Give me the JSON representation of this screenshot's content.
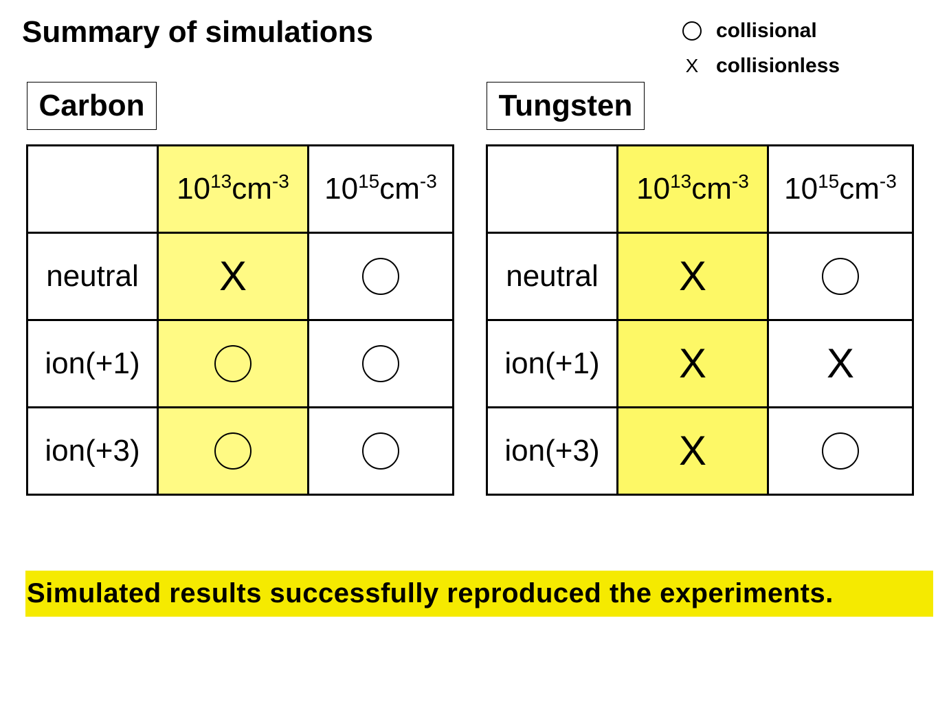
{
  "title": "Summary of simulations",
  "legend": [
    {
      "symbol": "circle",
      "label": "collisional"
    },
    {
      "symbol": "X",
      "label": "collisionless"
    }
  ],
  "highlight_color": "#fffa84",
  "banner_color": "#f5ea00",
  "tables": [
    {
      "label": "Carbon",
      "columns": [
        {
          "base": "10",
          "exp": "13",
          "unit": "cm",
          "unit_exp": "-3"
        },
        {
          "base": "10",
          "exp": "15",
          "unit": "cm",
          "unit_exp": "-3"
        }
      ],
      "rows": [
        {
          "label": "neutral",
          "cells": [
            "X",
            "circle"
          ]
        },
        {
          "label": "ion(+1)",
          "cells": [
            "circle",
            "circle"
          ]
        },
        {
          "label": "ion(+3)",
          "cells": [
            "circle",
            "circle"
          ]
        }
      ]
    },
    {
      "label": "Tungsten",
      "columns": [
        {
          "base": "10",
          "exp": "13",
          "unit": "cm",
          "unit_exp": "-3"
        },
        {
          "base": "10",
          "exp": "15",
          "unit": "cm",
          "unit_exp": "-3"
        }
      ],
      "rows": [
        {
          "label": "neutral",
          "cells": [
            "X",
            "circle"
          ]
        },
        {
          "label": "ion(+1)",
          "cells": [
            "X",
            "X"
          ]
        },
        {
          "label": "ion(+3)",
          "cells": [
            "X",
            "circle"
          ]
        }
      ]
    }
  ],
  "conclusion": "Simulated results successfully reproduced the experiments."
}
